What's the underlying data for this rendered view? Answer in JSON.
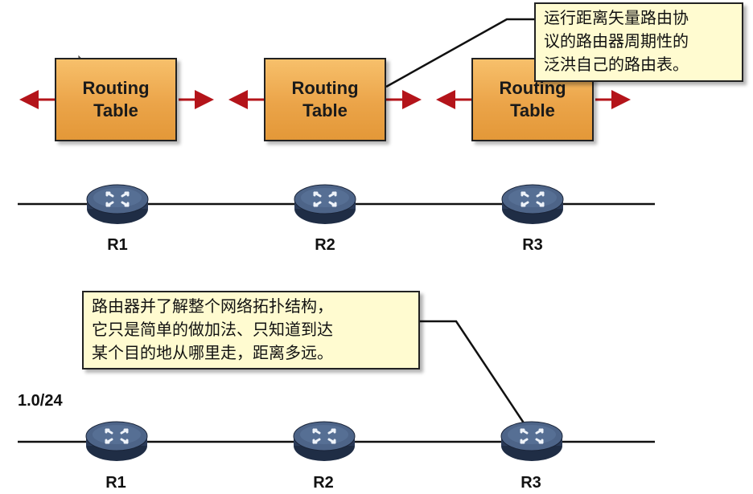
{
  "routing_table_label": "Routing\nTable",
  "routers": [
    "R1",
    "R2",
    "R3"
  ],
  "callout_top": "运行距离矢量路由协\n议的路由器周期性的\n泛洪自己的路由表。",
  "callout_bottom": "路由器并了解整个网络拓扑结构，\n它只是简单的做加法、只知道到达\n某个目的地从哪里走，距离多远。",
  "network_prefix": "1.0/24",
  "colors": {
    "box_fill": "#eba449",
    "callout_fill": "#fffbd0",
    "arrow": "#b4141a",
    "router_body": "#3c5070"
  },
  "icons": [
    "router-icon",
    "arrow-left-icon",
    "arrow-right-icon",
    "cursor-icon"
  ]
}
